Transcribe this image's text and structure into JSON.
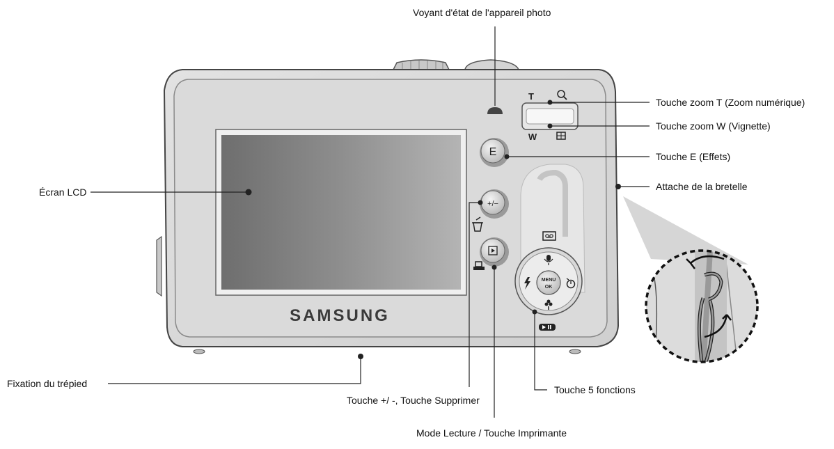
{
  "brand": "SAMSUNG",
  "callouts": {
    "status_lamp": "Voyant d'état de l'appareil photo",
    "zoom_t": "Touche zoom T (Zoom numérique)",
    "zoom_w": "Touche zoom W (Vignette)",
    "e_button": "Touche E (Effets)",
    "strap": "Attache de la bretelle",
    "lcd": "Écran LCD",
    "tripod": "Fixation du trépied",
    "plus_minus": "Touche +/ -, Touche Supprimer",
    "five_function": "Touche 5 fonctions",
    "play_print": "Mode Lecture / Touche Imprimante"
  },
  "button_glyphs": {
    "zoom_t_letter": "T",
    "zoom_w_letter": "W",
    "e_letter": "E",
    "plus_minus": "+/−",
    "menu_top": "MENU",
    "menu_bottom": "OK"
  },
  "icons": [
    "magnifier-icon",
    "thumbnail-icon",
    "delete-icon",
    "printer-icon",
    "voice-memo-icon",
    "microphone-icon",
    "flash-icon",
    "self-timer-icon",
    "macro-icon",
    "play-pause-icon",
    "play-icon"
  ]
}
